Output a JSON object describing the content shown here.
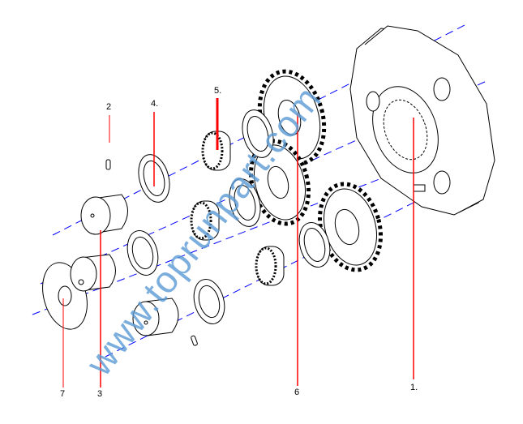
{
  "diagram": {
    "callouts": [
      {
        "id": "1",
        "label": "1."
      },
      {
        "id": "2",
        "label": "2"
      },
      {
        "id": "3",
        "label": "3"
      },
      {
        "id": "4",
        "label": "4."
      },
      {
        "id": "5",
        "label": "5."
      },
      {
        "id": "6",
        "label": "6"
      },
      {
        "id": "7",
        "label": "7"
      }
    ],
    "watermark": "www.toprunpart.com",
    "colors": {
      "leader": "#ff0000",
      "axis": "#0000ff",
      "watermark": "#5b9bd5"
    }
  }
}
